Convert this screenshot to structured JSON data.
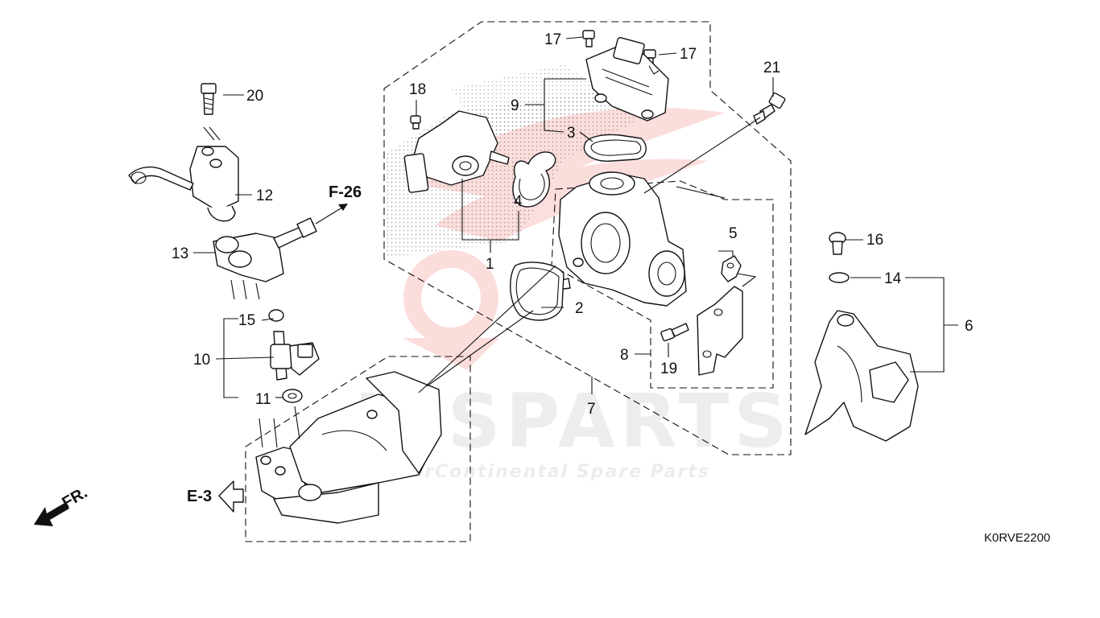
{
  "diagram": {
    "code": "K0RVE2200",
    "watermark": {
      "logo_text": "ICSPARTS",
      "tagline": "InterContinental Spare Parts",
      "color": "#e8302a"
    },
    "refs": {
      "f26": "F-26",
      "e3": "E-3",
      "front": "FR."
    },
    "callouts": [
      {
        "id": "c1",
        "label": "1"
      },
      {
        "id": "c2",
        "label": "2"
      },
      {
        "id": "c3",
        "label": "3"
      },
      {
        "id": "c4",
        "label": "4"
      },
      {
        "id": "c5",
        "label": "5"
      },
      {
        "id": "c6",
        "label": "6"
      },
      {
        "id": "c7",
        "label": "7"
      },
      {
        "id": "c8",
        "label": "8"
      },
      {
        "id": "c9",
        "label": "9"
      },
      {
        "id": "c10",
        "label": "10"
      },
      {
        "id": "c11",
        "label": "11"
      },
      {
        "id": "c12",
        "label": "12"
      },
      {
        "id": "c13",
        "label": "13"
      },
      {
        "id": "c14",
        "label": "14"
      },
      {
        "id": "c15",
        "label": "15"
      },
      {
        "id": "c16",
        "label": "16"
      },
      {
        "id": "c17a",
        "label": "17"
      },
      {
        "id": "c17b",
        "label": "17"
      },
      {
        "id": "c18",
        "label": "18"
      },
      {
        "id": "c19",
        "label": "19"
      },
      {
        "id": "c20",
        "label": "20"
      },
      {
        "id": "c21",
        "label": "21"
      }
    ]
  }
}
